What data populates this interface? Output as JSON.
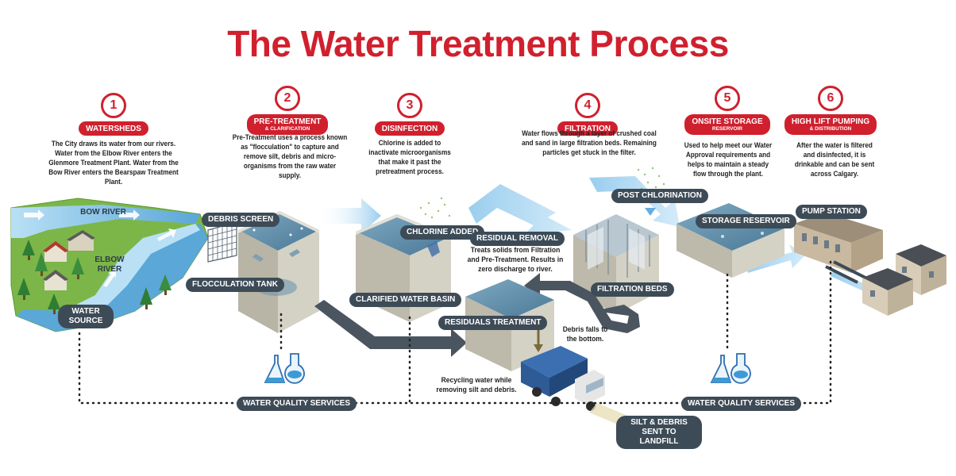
{
  "title": "The Water Treatment Process",
  "steps": [
    {
      "number": "1",
      "label": "WATERSHEDS",
      "sublabel": "",
      "description": "The City draws its water from our rivers. Water from the Elbow River enters the Glenmore Treatment Plant. Water from the Bow River enters the Bearspaw Treatment Plant."
    },
    {
      "number": "2",
      "label": "PRE-TREATMENT",
      "sublabel": "& CLARIFICATION",
      "description": "Pre-Treatment uses a process known as \"flocculation\" to capture and remove silt, debris and micro-organisms from the raw water supply."
    },
    {
      "number": "3",
      "label": "DISINFECTION",
      "sublabel": "",
      "description": "Chlorine is added to inactivate microorganisms that make it past the pretreatment process."
    },
    {
      "number": "4",
      "label": "FILTRATION",
      "sublabel": "",
      "description": "Water flows through a layer of crushed coal and sand in large filtration beds. Remaining particles get stuck in the filter."
    },
    {
      "number": "5",
      "label": "ONSITE STORAGE",
      "sublabel": "RESERVOIR",
      "description": "Used to help meet our Water Approval requirements and helps to maintain a steady flow through the plant."
    },
    {
      "number": "6",
      "label": "HIGH LIFT PUMPING",
      "sublabel": "& DISTRIBUTION",
      "description": "After the water is filtered and disinfected, it is drinkable and can be sent across Calgary."
    }
  ],
  "labels": {
    "bow_river": "BOW RIVER",
    "elbow_river": "ELBOW RIVER",
    "water_source": "WATER SOURCE",
    "debris_screen": "DEBRIS SCREEN",
    "flocculation_tank": "FLOCCULATION TANK",
    "chlorine_added": "CHLORINE ADDED",
    "clarified_water_basin": "CLARIFIED WATER BASIN",
    "residual_removal": "RESIDUAL REMOVAL",
    "residual_removal_note": "Treats solids from Filtration and Pre-Treatment. Results in zero discharge to river.",
    "residuals_treatment": "RESIDUALS TREATMENT",
    "debris_note": "Debris falls to the bottom.",
    "recycling_note": "Recycling water while removing silt and debris.",
    "post_chlorination": "POST CHLORINATION",
    "filtration_beds": "FILTRATION BEDS",
    "storage_reservoir": "STORAGE RESERVOIR",
    "pump_station": "PUMP STATION",
    "water_quality_left": "WATER QUALITY SERVICES",
    "water_quality_right": "WATER QUALITY SERVICES",
    "silt_landfill": "SILT & DEBRIS SENT TO LANDFILL"
  },
  "colors": {
    "accent_red": "#d0202e",
    "tag_dark": "#3d4b57",
    "concrete": "#c9c6ba",
    "water": "#5f8eab",
    "flow_arrow": "#a9d6f1",
    "land": "#7cb648"
  }
}
